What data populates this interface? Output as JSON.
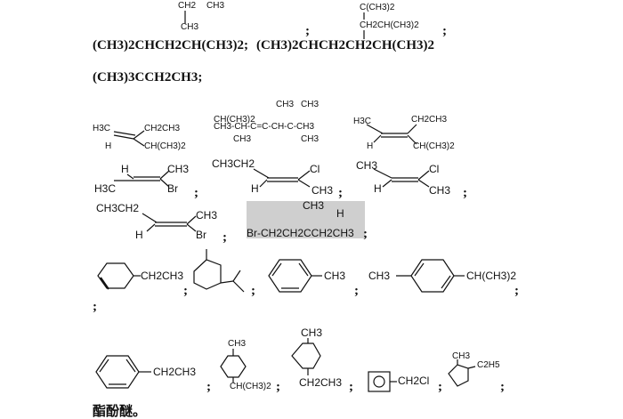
{
  "text": {
    "top_ch2": "CH2",
    "top_ch3": "CH3",
    "top_ch3b": "CH3",
    "top_cch32": "C(CH3)2",
    "top_ch2chch32": "CH2CH(CH3)2",
    "semi1": ";",
    "semi2": ";",
    "line1_a": "(CH3)2CHCH2CH(CH3)2;",
    "line1_b": "(CH3)2CHCH2CH2CH(CH3)2",
    "line2": "(CH3)3CCH2CH3;",
    "s1_h3c": "H3C",
    "s1_ch2ch3": "CH2CH3",
    "s1_h": "H",
    "s1_chch32": "CH(CH3)2",
    "s2_chch32": "CH(CH3)2",
    "s2_ch3a": "CH3",
    "s2_ch3b": "CH3",
    "s2_main": "CH3-CH-C=C-CH-C-CH3",
    "s2_ch3c": "CH3",
    "s2_ch3d": "CH3",
    "s3_h3c": "H3C",
    "s3_ch2ch3": "CH2CH3",
    "s3_h": "H",
    "s3_chch32": "CH(CH3)2",
    "s4_h": "H",
    "s4_ch3": "CH3",
    "s4_h3c": "H3C",
    "s4_br": "Br",
    "semi4": ";",
    "s5_ch3ch2": "CH3CH2",
    "s5_cl": "Cl",
    "s5_h": "H",
    "s5_ch3": "CH3",
    "semi5": ";",
    "s6_ch3": "CH3",
    "s6_cl": "Cl",
    "s6_h": "H",
    "s6_ch3b": "CH3",
    "semi6": ";",
    "s7_ch3ch2": "CH3CH2",
    "s7_ch3": "CH3",
    "s7_h": "H",
    "s7_br": "Br",
    "semi7": ";",
    "s8_ch3": "CH3",
    "s8_h": "H",
    "s8_main": "Br-CH2CH2CCH2CH3",
    "semi8": ";",
    "r1_ch2ch3": "CH2CH3",
    "semi_r1": ";",
    "semi_r2": ";",
    "r3_ch3": "CH3",
    "semi_r3": ";",
    "r4_ch3": "CH3",
    "r4_chch32": "CH(CH3)2",
    "semi_r4": ";",
    "semi_r5": ";",
    "r6_ch2ch3": "CH2CH3",
    "semi_r6": ";",
    "r7_ch3": "CH3",
    "r7_chch32": "CH(CH3)2",
    "semi_r7": ";",
    "r8_ch3": "CH3",
    "r8_ch2ch3": "CH2CH3",
    "semi_r8": ";",
    "r9_ch2cl": "CH2Cl",
    "semi_r9": ";",
    "r10_ch3": "CH3",
    "r10_c2h5": "C2H5",
    "semi_r10": ";",
    "bottom": "酯酚醚。"
  }
}
